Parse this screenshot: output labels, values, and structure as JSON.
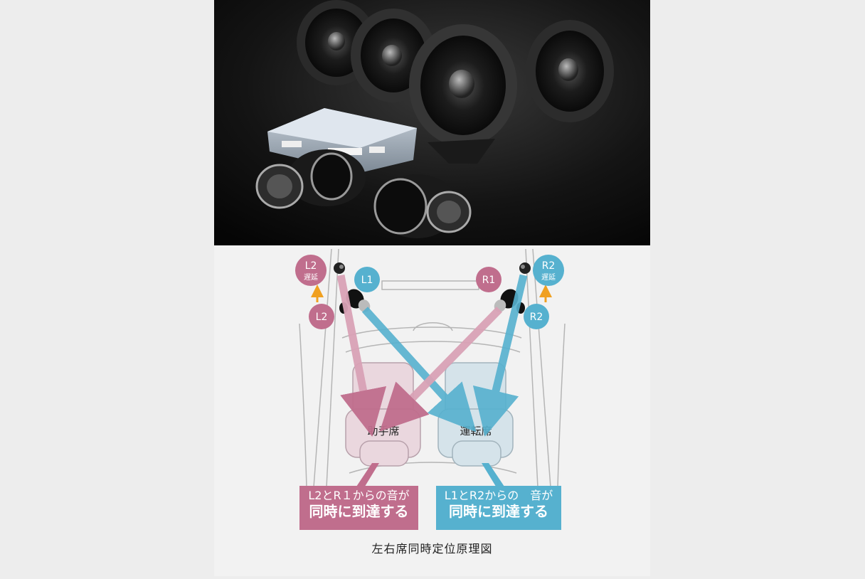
{
  "photo": {
    "alt": "speaker system product photo"
  },
  "badges": {
    "l2_delay": {
      "main": "L2",
      "sub": "遅延"
    },
    "r2_delay": {
      "main": "R2",
      "sub": "遅延"
    },
    "l2": "L2",
    "r2": "R2",
    "l1": "L1",
    "r1": "R1"
  },
  "seats": {
    "passenger": "助手席",
    "driver": "運転席"
  },
  "callouts": {
    "left": {
      "line1": "L2とR１からの音が",
      "line2": "同時に到達する"
    },
    "right": {
      "line1": "L1とR2からの　音が",
      "line2": "同時に到達する"
    }
  },
  "caption": "左右席同時定位原理図",
  "colors": {
    "pink": "#c06e8d",
    "pink_light": "#d9a2b6",
    "blue": "#56b1cf",
    "blue_light": "#8ccbe0",
    "orange": "#f0a020"
  }
}
